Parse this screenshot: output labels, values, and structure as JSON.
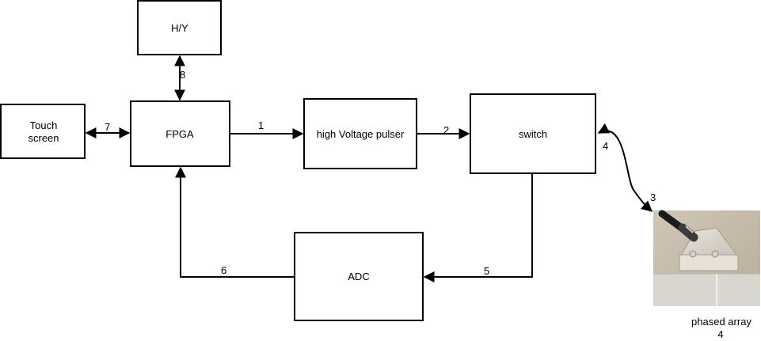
{
  "blocks": {
    "hy": "H/Y",
    "touch_line1": "Touch",
    "touch_line2": "screen",
    "fpga": "FPGA",
    "pulser": "high Voltage pulser",
    "switch": "switch",
    "adc": "ADC"
  },
  "connections": {
    "fpga_to_pulser": "1",
    "pulser_to_switch": "2",
    "probe_link_near_probe": "3",
    "probe_link_near_switch": "4",
    "switch_to_adc": "5",
    "adc_to_fpga": "6",
    "touch_fpga": "7",
    "hy_fpga": "8"
  },
  "photo": {
    "caption_line1": "phased array",
    "caption_line2": "4"
  }
}
